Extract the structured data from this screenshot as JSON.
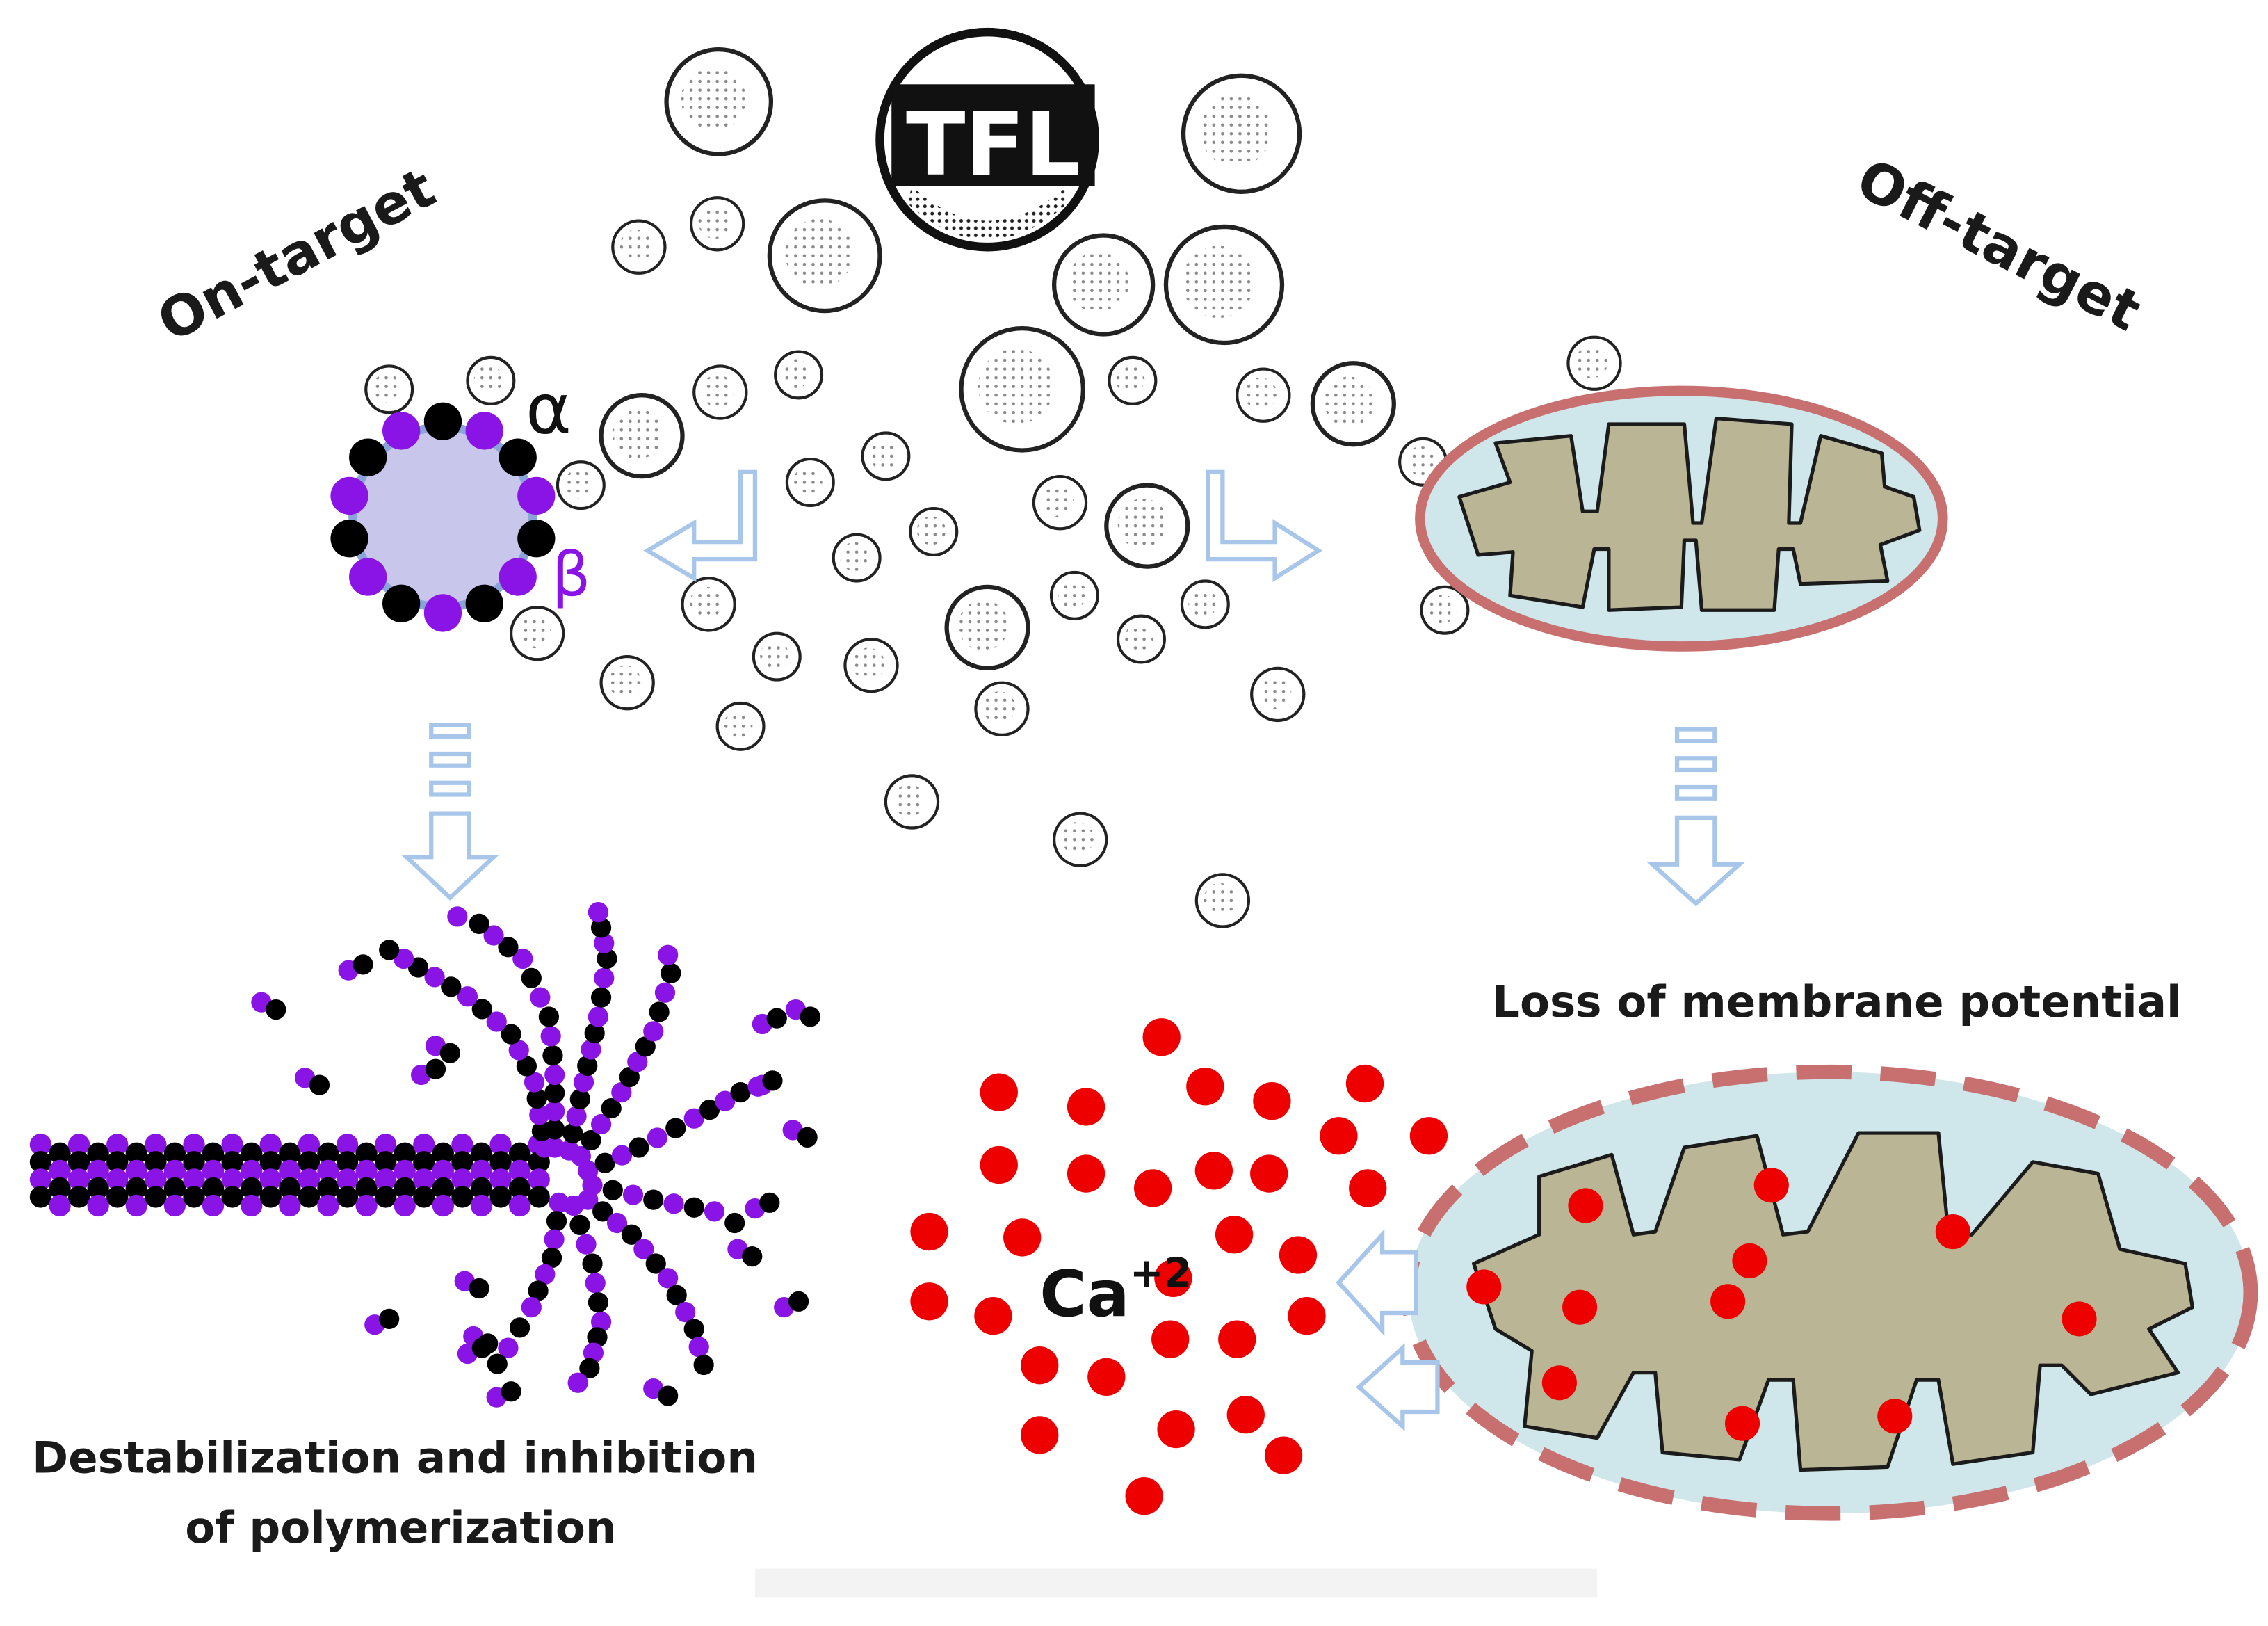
{
  "labels": {
    "drug": "TFL",
    "on_target": "On-target",
    "off_target": "Off-target",
    "alpha": "α",
    "beta": "β",
    "calcium_base": "Ca",
    "calcium_charge": "+2",
    "membrane_loss": "Loss of membrane potential",
    "destab_line1": "Destabilization and inhibition",
    "destab_line2": "of polymerization"
  },
  "colors": {
    "alpha_subunit": "#000000",
    "beta_subunit": "#8a14e6",
    "tubulin_core": "#c9c6ec",
    "tubulin_ring": "#8aa3d8",
    "calcium": "#ee0000",
    "mito_membrane": "#c87070",
    "mito_matrix": "#b9b595",
    "mito_intermembrane": "#cfe7ea",
    "arrow": "#a8c6ea"
  }
}
